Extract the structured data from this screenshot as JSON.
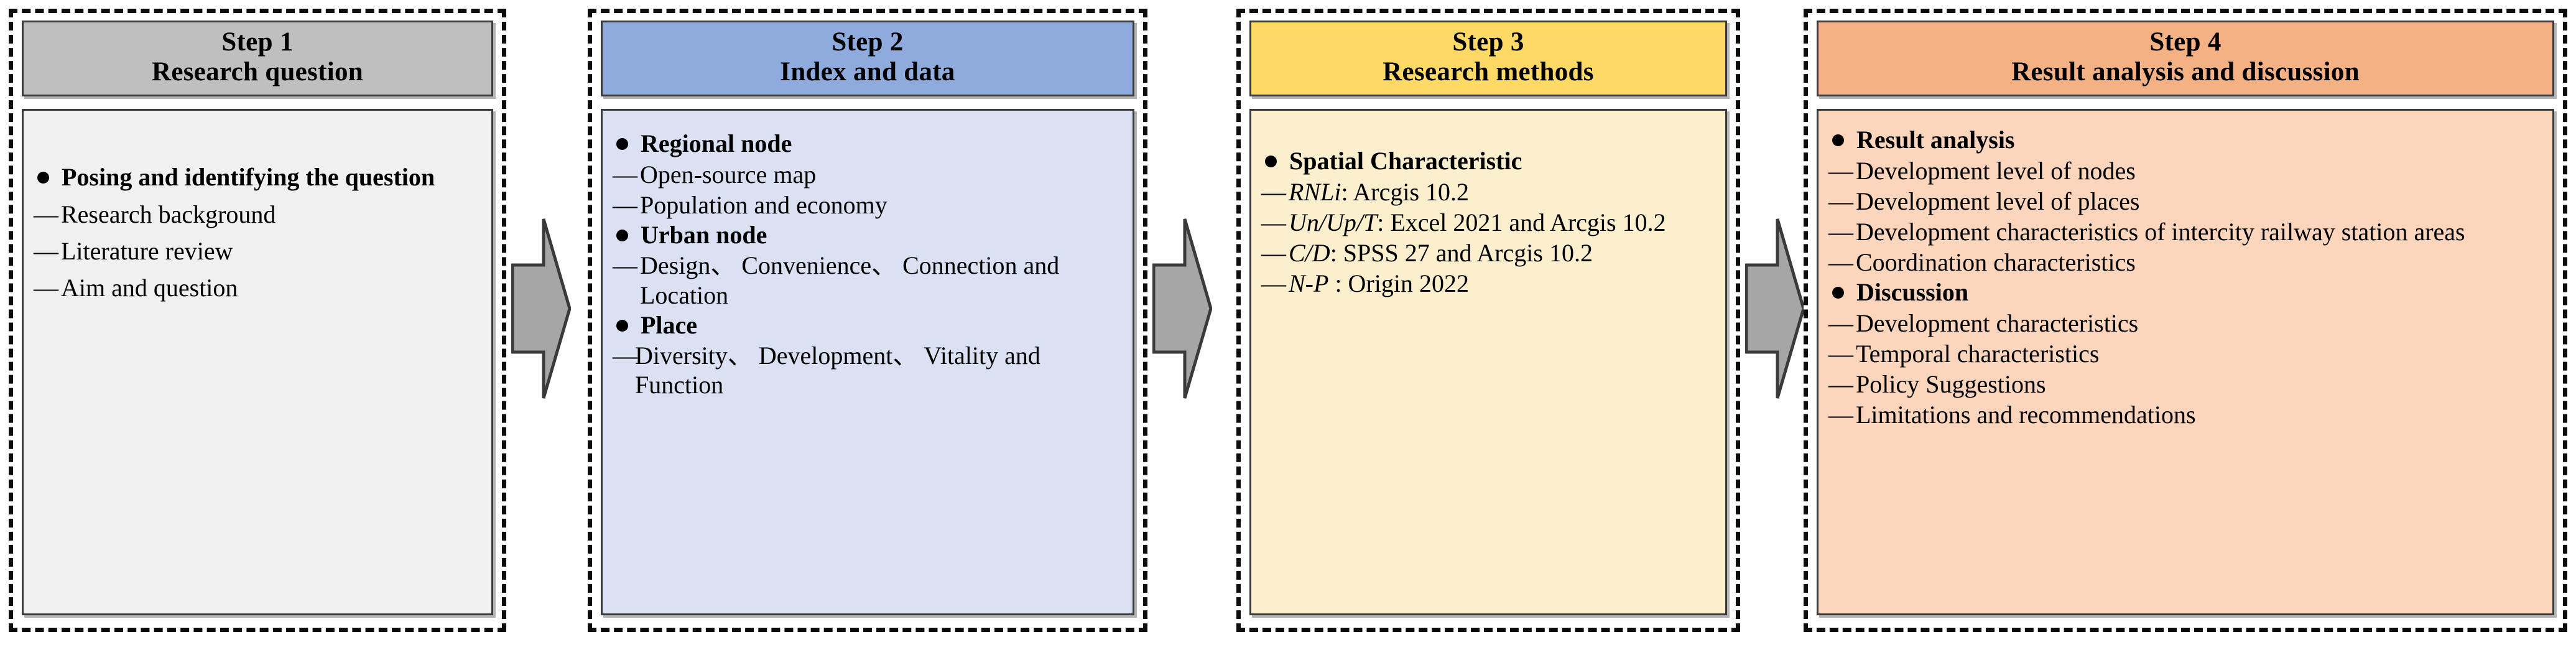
{
  "diagram": {
    "title": "Research framework four-step flowchart",
    "colors": {
      "step1_header": "#BFBFBF",
      "step1_body": "#F0F0F0",
      "step2_header": "#8FAADC",
      "step2_body": "#D9E1F2",
      "step3_header": "#FFD966",
      "step3_body": "#FCEFCD",
      "step4_header": "#F4B183",
      "step4_body": "#FBD5BC",
      "arrow_fill": "#A6A6A6",
      "border": "#3A3A3A",
      "dashed_border": "#0D0D0D"
    },
    "arrows": [
      {
        "name": "arrow-step1-to-step2"
      },
      {
        "name": "arrow-step2-to-step3"
      },
      {
        "name": "arrow-step3-to-step4"
      }
    ]
  },
  "steps": [
    {
      "id": "step1",
      "header_line1": "Step 1",
      "header_line2": "Research question",
      "items": [
        {
          "type": "bullet",
          "text": "Posing and identifying the question"
        },
        {
          "type": "dash",
          "text": "Research background"
        },
        {
          "type": "dash",
          "text": "Literature review"
        },
        {
          "type": "dash",
          "text": "Aim and question"
        }
      ]
    },
    {
      "id": "step2",
      "header_line1": "Step 2",
      "header_line2": "Index and data",
      "items": [
        {
          "type": "bullet",
          "text": "Regional node"
        },
        {
          "type": "dash",
          "text": "Open-source map"
        },
        {
          "type": "dash",
          "text": "Population and economy"
        },
        {
          "type": "bullet",
          "text": "Urban node"
        },
        {
          "type": "dash",
          "text": "Design、 Convenience、 Connection and Location"
        },
        {
          "type": "bullet",
          "text": "Place"
        },
        {
          "type": "dash",
          "text": "Diversity、 Development、 Vitality and Function"
        }
      ]
    },
    {
      "id": "step3",
      "header_line1": "Step 3",
      "header_line2": "Research methods",
      "items": [
        {
          "type": "bullet",
          "text": "Spatial Characteristic"
        },
        {
          "type": "dash",
          "italic": "RNLi",
          "rest": ": Arcgis 10.2"
        },
        {
          "type": "dash",
          "italic": "Un/Up/T",
          "rest": ": Excel 2021 and Arcgis 10.2"
        },
        {
          "type": "dash",
          "italic": "C/D",
          "rest": ": SPSS 27 and Arcgis 10.2"
        },
        {
          "type": "dash",
          "italic": "N-P",
          "rest": " : Origin 2022"
        }
      ]
    },
    {
      "id": "step4",
      "header_line1": "Step 4",
      "header_line2": "Result analysis and discussion",
      "items": [
        {
          "type": "bullet",
          "text": "Result analysis"
        },
        {
          "type": "dash",
          "text": "Development level of nodes"
        },
        {
          "type": "dash",
          "text": "Development level of places"
        },
        {
          "type": "dash",
          "text": "Development characteristics of intercity railway station areas"
        },
        {
          "type": "dash",
          "text": "Coordination characteristics"
        },
        {
          "type": "bullet",
          "text": "Discussion"
        },
        {
          "type": "dash",
          "text": "Development characteristics"
        },
        {
          "type": "dash",
          "text": "Temporal characteristics"
        },
        {
          "type": "dash",
          "text": "Policy Suggestions"
        },
        {
          "type": "dash",
          "text": "Limitations and recommendations"
        }
      ]
    }
  ]
}
